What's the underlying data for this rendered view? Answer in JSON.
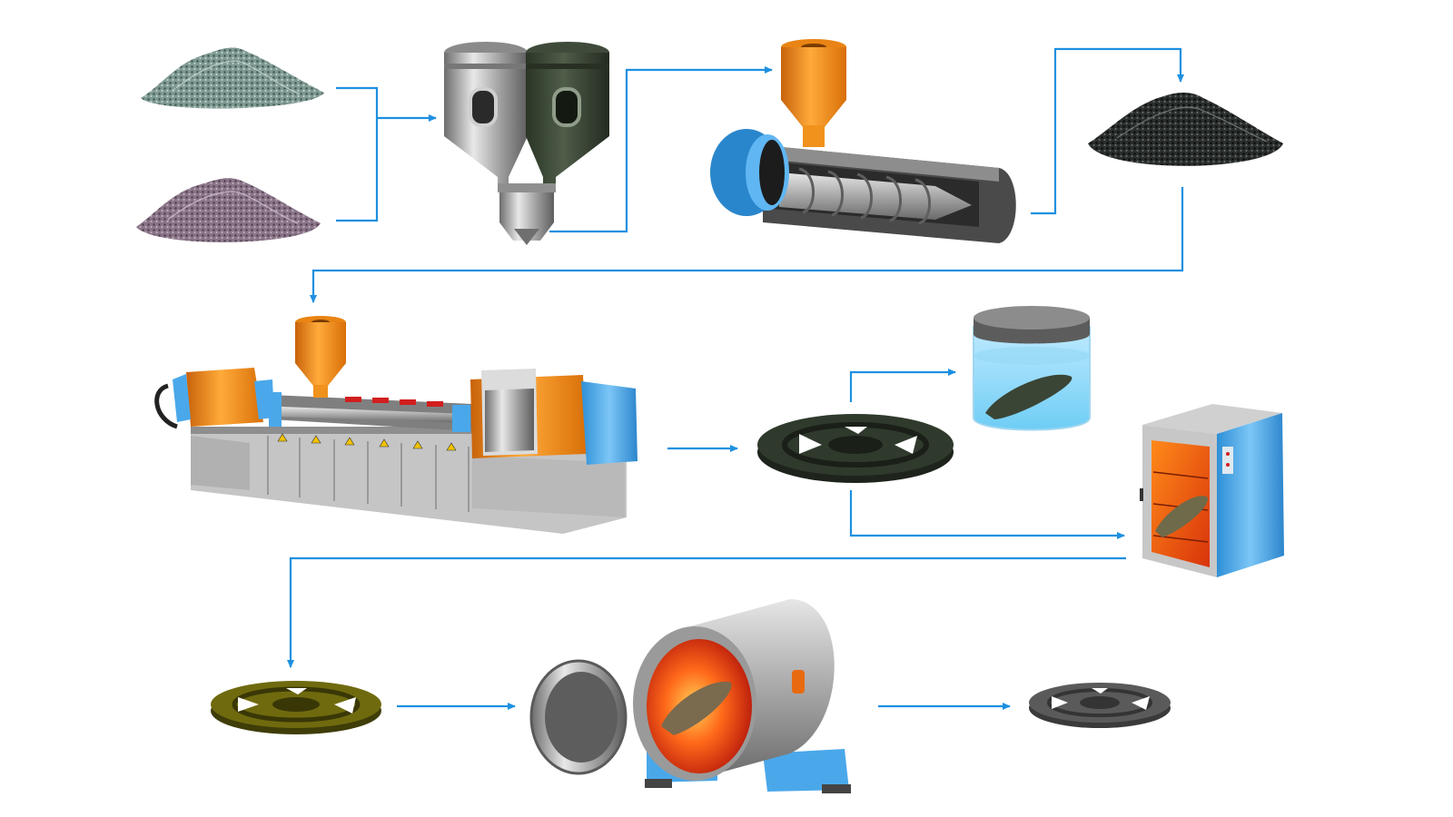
{
  "diagram": {
    "kind": "process-flow",
    "text_labels": [],
    "colors": {
      "arrow": "#1e90e0",
      "background": "#ffffff",
      "machine_orange": "#f28a12",
      "machine_blue": "#4aa8ea",
      "steel": "#a9a9a9",
      "dark_part": "#2f3a2c",
      "debound_part": "#6f6a0e",
      "sintered_part": "#5a5a5a",
      "furnace_glow": "#ff5a14"
    },
    "stages": [
      {
        "id": "powder-green",
        "icon": "metal-powder-pile-icon"
      },
      {
        "id": "powder-purple",
        "icon": "binder-powder-pile-icon"
      },
      {
        "id": "mixer",
        "icon": "twin-hopper-mixer-icon"
      },
      {
        "id": "extruder",
        "icon": "screw-extruder-icon"
      },
      {
        "id": "feedstock",
        "icon": "feedstock-pellets-icon"
      },
      {
        "id": "injection-molding",
        "icon": "injection-molding-machine-icon"
      },
      {
        "id": "green-part",
        "icon": "green-part-disc-icon"
      },
      {
        "id": "solvent-debinding",
        "icon": "solvent-bath-jar-icon"
      },
      {
        "id": "thermal-debinding",
        "icon": "debinding-oven-icon"
      },
      {
        "id": "brown-part",
        "icon": "brown-part-disc-icon"
      },
      {
        "id": "sintering",
        "icon": "sintering-furnace-icon"
      },
      {
        "id": "final-part",
        "icon": "sintered-part-disc-icon"
      }
    ]
  }
}
